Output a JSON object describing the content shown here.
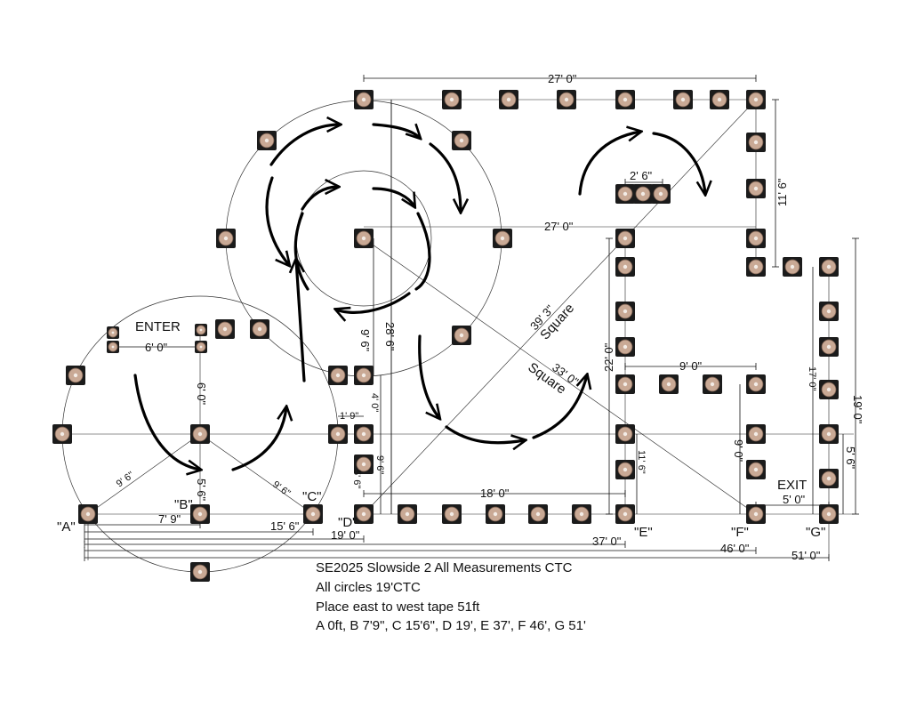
{
  "labels": {
    "enter": "ENTER",
    "exit": "EXIT",
    "square_a": "39' 3\"",
    "square_a_word": "Square",
    "square_b": "33' 0\"",
    "square_b_word": "Square"
  },
  "points": [
    {
      "id": "a",
      "label": "\"A\""
    },
    {
      "id": "b",
      "label": "\"B\""
    },
    {
      "id": "c",
      "label": "\"C\""
    },
    {
      "id": "d",
      "label": "\"D\""
    },
    {
      "id": "e",
      "label": "\"E\""
    },
    {
      "id": "f",
      "label": "\"F\""
    },
    {
      "id": "g",
      "label": "\"G\""
    }
  ],
  "dimensions": {
    "top_width": "27' 0\"",
    "mid_width": "27' 0\"",
    "right_top_height": "11' 6\"",
    "bar_width": "2' 6\"",
    "center_height": "28' 6\"",
    "left_height": "9' 6\"",
    "right_col_height": "22' 0\"",
    "e_f_width": "9' 0\"",
    "g_height": "17' 0\"",
    "far_right_height": "19' 0\"",
    "enter_width": "6' 0\"",
    "enter_height": "6' 0\"",
    "diag_left": "9' 6\"",
    "diag_right": "9' 6\"",
    "b_up": "5' 6\"",
    "b_width": "7' 9\"",
    "c_width": "15' 6\"",
    "d_width": "19' 0\"",
    "e_width": "37' 0\"",
    "f_width": "46' 0\"",
    "g_width": "51' 0\"",
    "d_e_width": "18' 0\"",
    "d_small": "1' 9\"",
    "d_up": "4' 0\"",
    "d_down": "9' 6\"",
    "d_left_small": "5' 6\"",
    "e_small": "11' 6\"",
    "f_up": "9' 0\"",
    "f_g_width": "5' 0\"",
    "g_up": "5' 6\""
  },
  "notes": [
    "SE2025 Slowside 2 All Measurements CTC",
    "All circles 19'CTC",
    "Place east to west tape 51ft",
    "A 0ft, B 7'9\", C 15'6\", D 19', E 37', F 46', G 51'"
  ]
}
